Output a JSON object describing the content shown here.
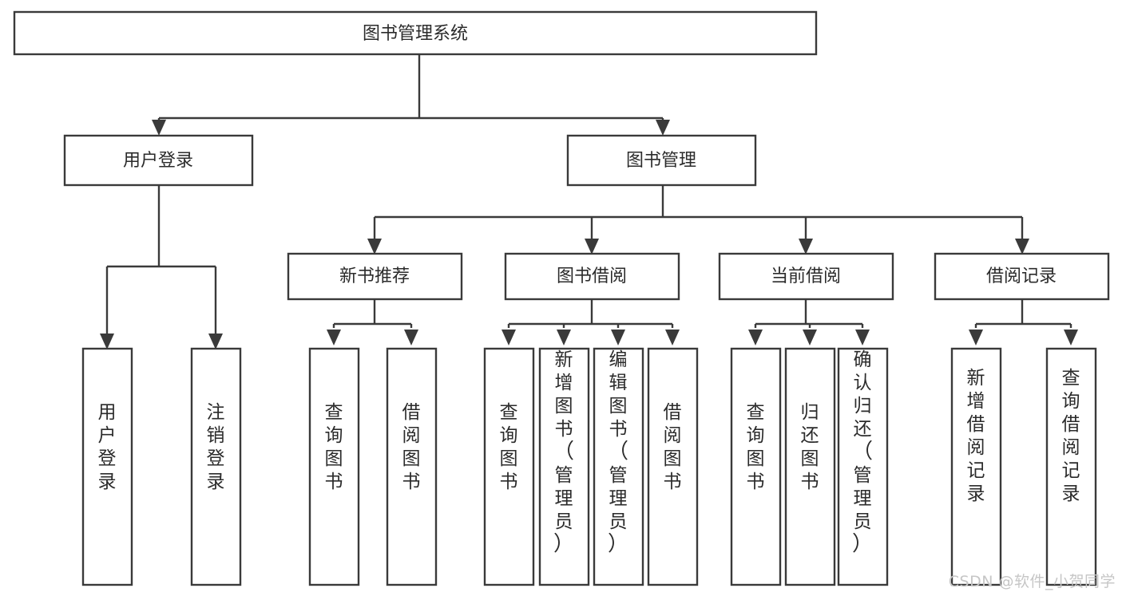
{
  "diagram": {
    "title": "图书管理系统",
    "type": "hierarchy-tree",
    "colors": {
      "stroke": "#3a3a3a",
      "box_fill": "#ffffff",
      "text": "#2b2b2b",
      "background": "#ffffff",
      "watermark": "#c6c6c6"
    },
    "root": {
      "id": "root",
      "label": "图书管理系统"
    },
    "level2": [
      {
        "id": "user-login",
        "label": "用户登录"
      },
      {
        "id": "book-management",
        "label": "图书管理"
      }
    ],
    "level3": [
      {
        "id": "new-book-recommend",
        "label": "新书推荐",
        "parent": "book-management"
      },
      {
        "id": "book-borrow",
        "label": "图书借阅",
        "parent": "book-management"
      },
      {
        "id": "current-borrow",
        "label": "当前借阅",
        "parent": "book-management"
      },
      {
        "id": "borrow-record",
        "label": "借阅记录",
        "parent": "book-management"
      }
    ],
    "leaves": [
      {
        "id": "leaf-user-login",
        "label": "用户登录",
        "parent": "user-login"
      },
      {
        "id": "leaf-logout",
        "label": "注销登录",
        "parent": "user-login"
      },
      {
        "id": "leaf-query-book-1",
        "label": "查询图书",
        "parent": "new-book-recommend"
      },
      {
        "id": "leaf-borrow-book-1",
        "label": "借阅图书",
        "parent": "new-book-recommend"
      },
      {
        "id": "leaf-query-book-2",
        "label": "查询图书",
        "parent": "book-borrow"
      },
      {
        "id": "leaf-add-book",
        "label": "新增图书（管理员）",
        "parent": "book-borrow"
      },
      {
        "id": "leaf-edit-book",
        "label": "编辑图书（管理员）",
        "parent": "book-borrow"
      },
      {
        "id": "leaf-borrow-book-2",
        "label": "借阅图书",
        "parent": "book-borrow"
      },
      {
        "id": "leaf-query-book-3",
        "label": "查询图书",
        "parent": "current-borrow"
      },
      {
        "id": "leaf-return-book",
        "label": "归还图书",
        "parent": "current-borrow"
      },
      {
        "id": "leaf-confirm-return",
        "label": "确认归还（管理员）",
        "parent": "current-borrow"
      },
      {
        "id": "leaf-add-record",
        "label": "新增借阅记录",
        "parent": "borrow-record"
      },
      {
        "id": "leaf-query-record",
        "label": "查询借阅记录",
        "parent": "borrow-record"
      }
    ]
  },
  "watermark": {
    "text": "CSDN @软件_小贺同学"
  }
}
